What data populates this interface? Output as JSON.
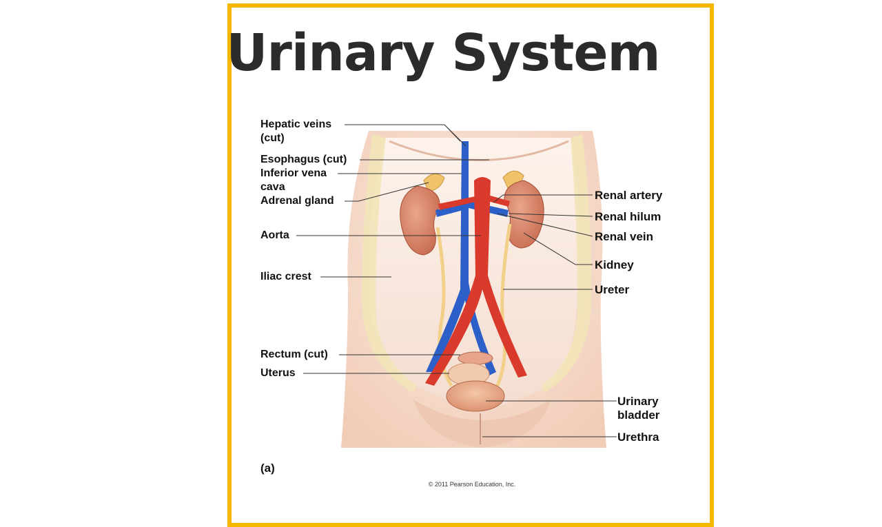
{
  "title": "Urinary System",
  "labels_left": {
    "hepatic_veins": "Hepatic veins",
    "hepatic_veins_2": "(cut)",
    "esophagus": "Esophagus (cut)",
    "inferior_vena": "Inferior vena",
    "inferior_vena_2": "cava",
    "adrenal_gland": "Adrenal gland",
    "aorta": "Aorta",
    "iliac_crest": "Iliac crest",
    "rectum": "Rectum (cut)",
    "uterus": "Uterus"
  },
  "labels_right": {
    "renal_artery": "Renal artery",
    "renal_hilum": "Renal hilum",
    "renal_vein": "Renal vein",
    "kidney": "Kidney",
    "ureter": "Ureter",
    "urinary": "Urinary",
    "bladder": "bladder",
    "urethra": "Urethra"
  },
  "panel_label": "(a)",
  "copyright": "© 2011 Pearson Education, Inc.",
  "colors": {
    "frame": "#f5b700",
    "artery": "#d93a2b",
    "vein": "#2c5fc7",
    "skin": "#f6d9c6"
  }
}
